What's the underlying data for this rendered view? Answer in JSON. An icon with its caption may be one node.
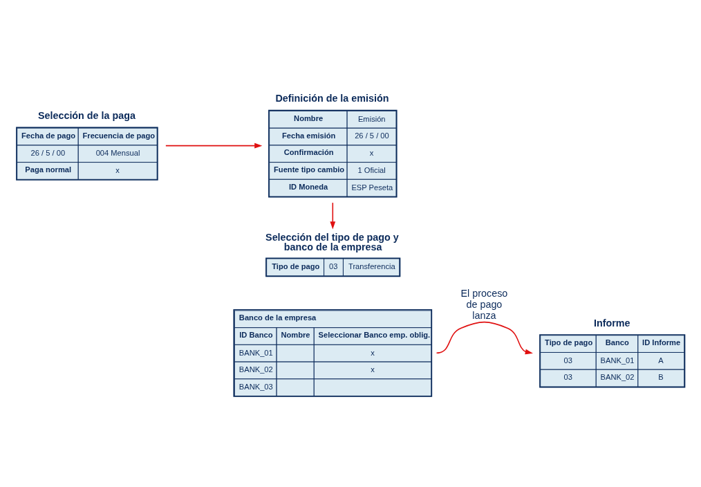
{
  "diagram": {
    "nodes": [
      {
        "text": [
          "Selección de la paga",
          "Fecha de pago",
          "Frecuencia de pago",
          "26 / 5 / 00",
          "004 Mensual",
          "Paga normal",
          "x"
        ]
      },
      {
        "text": [
          "Definición de la emisión",
          "Nombre",
          "Emisión",
          "Fecha emisión",
          "26 / 5 / 00",
          "Confirmación",
          "x",
          "Fuente tipo cambio",
          "1 Oficial",
          "ID Moneda",
          "ESP Peseta"
        ]
      },
      {
        "text": [
          "Selección del tipo de pago y banco de la empresa",
          "Tipo de pago",
          "03",
          "Transferencia"
        ]
      },
      {
        "text": [
          "Banco de la empresa",
          "ID Banco",
          "Nombre",
          "Seleccionar Banco emp. oblig.",
          "BANK_01",
          "x",
          "BANK_02",
          "x",
          "BANK_03"
        ]
      },
      {
        "text": [
          "Informe",
          "Tipo de pago",
          "Banco",
          "ID Informe",
          "03",
          "BANK_01",
          "A",
          "03",
          "BANK_02",
          "B"
        ]
      }
    ],
    "edges": [
      {
        "from": 0,
        "to": 1,
        "arrow": "to"
      },
      {
        "from": 1,
        "to": 2,
        "arrow": "to"
      },
      {
        "from": 3,
        "to": 4,
        "arrow": "to",
        "label": "El proceso de pago lanza"
      }
    ]
  }
}
